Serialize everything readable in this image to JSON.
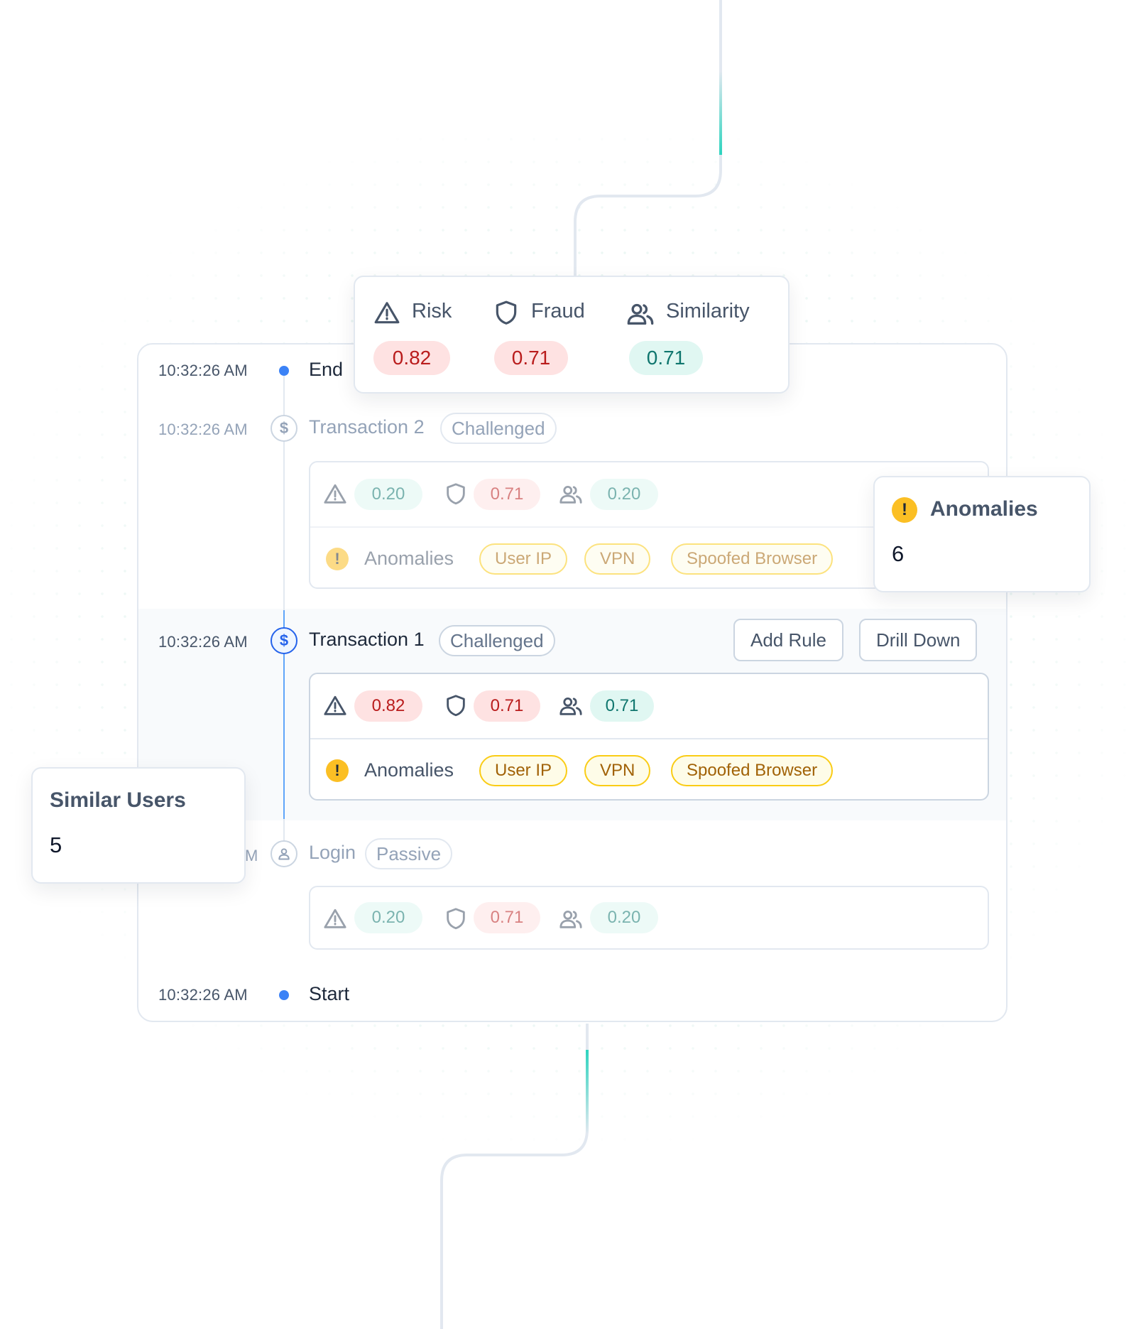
{
  "summary": {
    "risk_label": "Risk",
    "fraud_label": "Fraud",
    "similarity_label": "Similarity",
    "risk": "0.82",
    "fraud": "0.71",
    "similarity": "0.71"
  },
  "events": {
    "end": {
      "time": "10:32:26 AM",
      "title": "End"
    },
    "transaction2": {
      "time": "10:32:26 AM",
      "title": "Transaction 2",
      "status": "Challenged",
      "risk": "0.20",
      "fraud": "0.71",
      "similarity": "0.20",
      "anomalies_label": "Anomalies",
      "tags": [
        "User IP",
        "VPN",
        "Spoofed Browser"
      ]
    },
    "transaction1": {
      "time": "10:32:26 AM",
      "title": "Transaction 1",
      "status": "Challenged",
      "risk": "0.82",
      "fraud": "0.71",
      "similarity": "0.71",
      "anomalies_label": "Anomalies",
      "tags": [
        "User IP",
        "VPN",
        "Spoofed Browser"
      ],
      "add_rule_label": "Add Rule",
      "drill_down_label": "Drill Down"
    },
    "login": {
      "time": "M",
      "title": "Login",
      "status": "Passive",
      "risk": "0.20",
      "fraud": "0.71",
      "similarity": "0.20"
    },
    "start": {
      "time": "10:32:26 AM",
      "title": "Start"
    }
  },
  "anomalies_card": {
    "title": "Anomalies",
    "count": "6"
  },
  "similar_users_card": {
    "title": "Similar Users",
    "count": "5"
  },
  "icons": {
    "risk": "warning-triangle-icon",
    "fraud": "shield-icon",
    "similarity": "users-icon",
    "transaction": "dollar-icon",
    "login": "user-icon",
    "anomaly": "exclamation-icon"
  },
  "colors": {
    "accent_blue": "#3b82f6",
    "risk_red": "#b91c1c",
    "similarity_teal": "#0f766e",
    "warning_yellow": "#fbbf24",
    "connector_teal": "#2dd4bf"
  }
}
